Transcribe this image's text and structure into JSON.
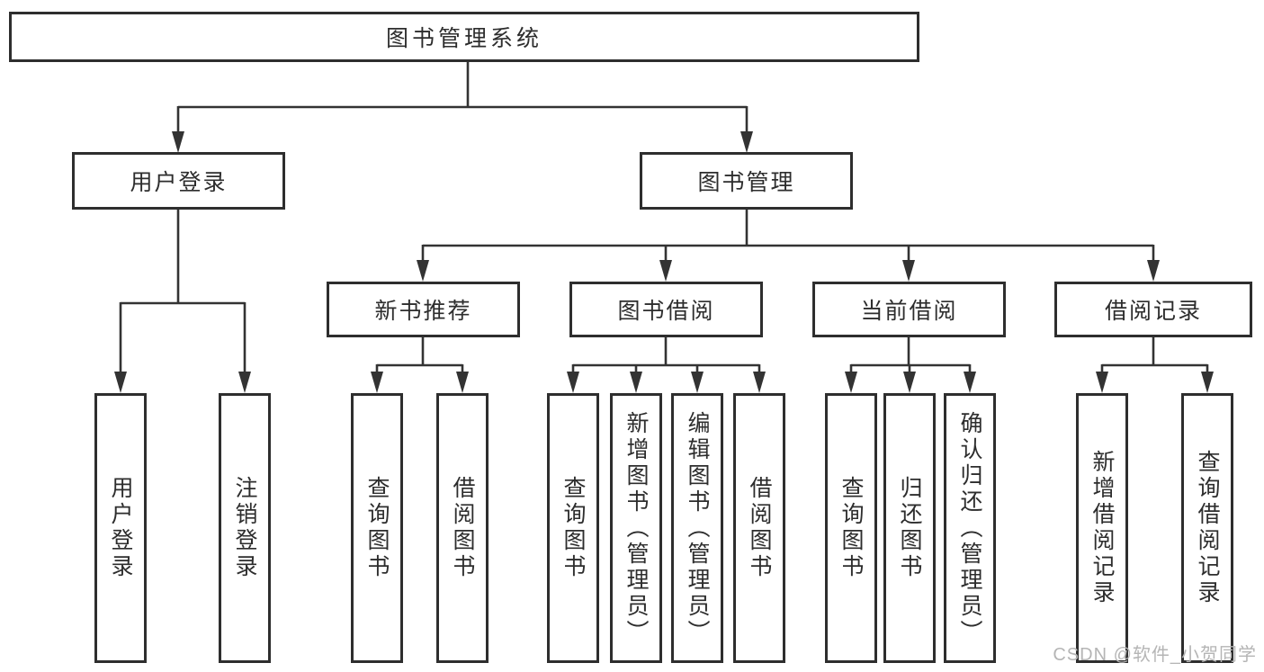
{
  "tree": {
    "root": {
      "label": "图书管理系统",
      "children": [
        {
          "label": "用户登录",
          "children": [
            {
              "label": "用户登录"
            },
            {
              "label": "注销登录"
            }
          ]
        },
        {
          "label": "图书管理",
          "children": [
            {
              "label": "新书推荐",
              "children": [
                {
                  "label": "查询图书"
                },
                {
                  "label": "借阅图书"
                }
              ]
            },
            {
              "label": "图书借阅",
              "children": [
                {
                  "label": "查询图书"
                },
                {
                  "label": "新增图书（管理员）"
                },
                {
                  "label": "编辑图书（管理员）"
                },
                {
                  "label": "借阅图书"
                }
              ]
            },
            {
              "label": "当前借阅",
              "children": [
                {
                  "label": "查询图书"
                },
                {
                  "label": "归还图书"
                },
                {
                  "label": "确认归还（管理员）"
                }
              ]
            },
            {
              "label": "借阅记录",
              "children": [
                {
                  "label": "新增借阅记录"
                },
                {
                  "label": "查询借阅记录"
                }
              ]
            }
          ]
        }
      ]
    }
  },
  "watermark": {
    "text": "CSDN @软件_小贺同学"
  },
  "colors": {
    "line": "#333333",
    "box_border": "#2e2e2e",
    "box_fill": "#ffffff",
    "text": "#2d2d2d",
    "watermark": "#b5b5b5"
  }
}
